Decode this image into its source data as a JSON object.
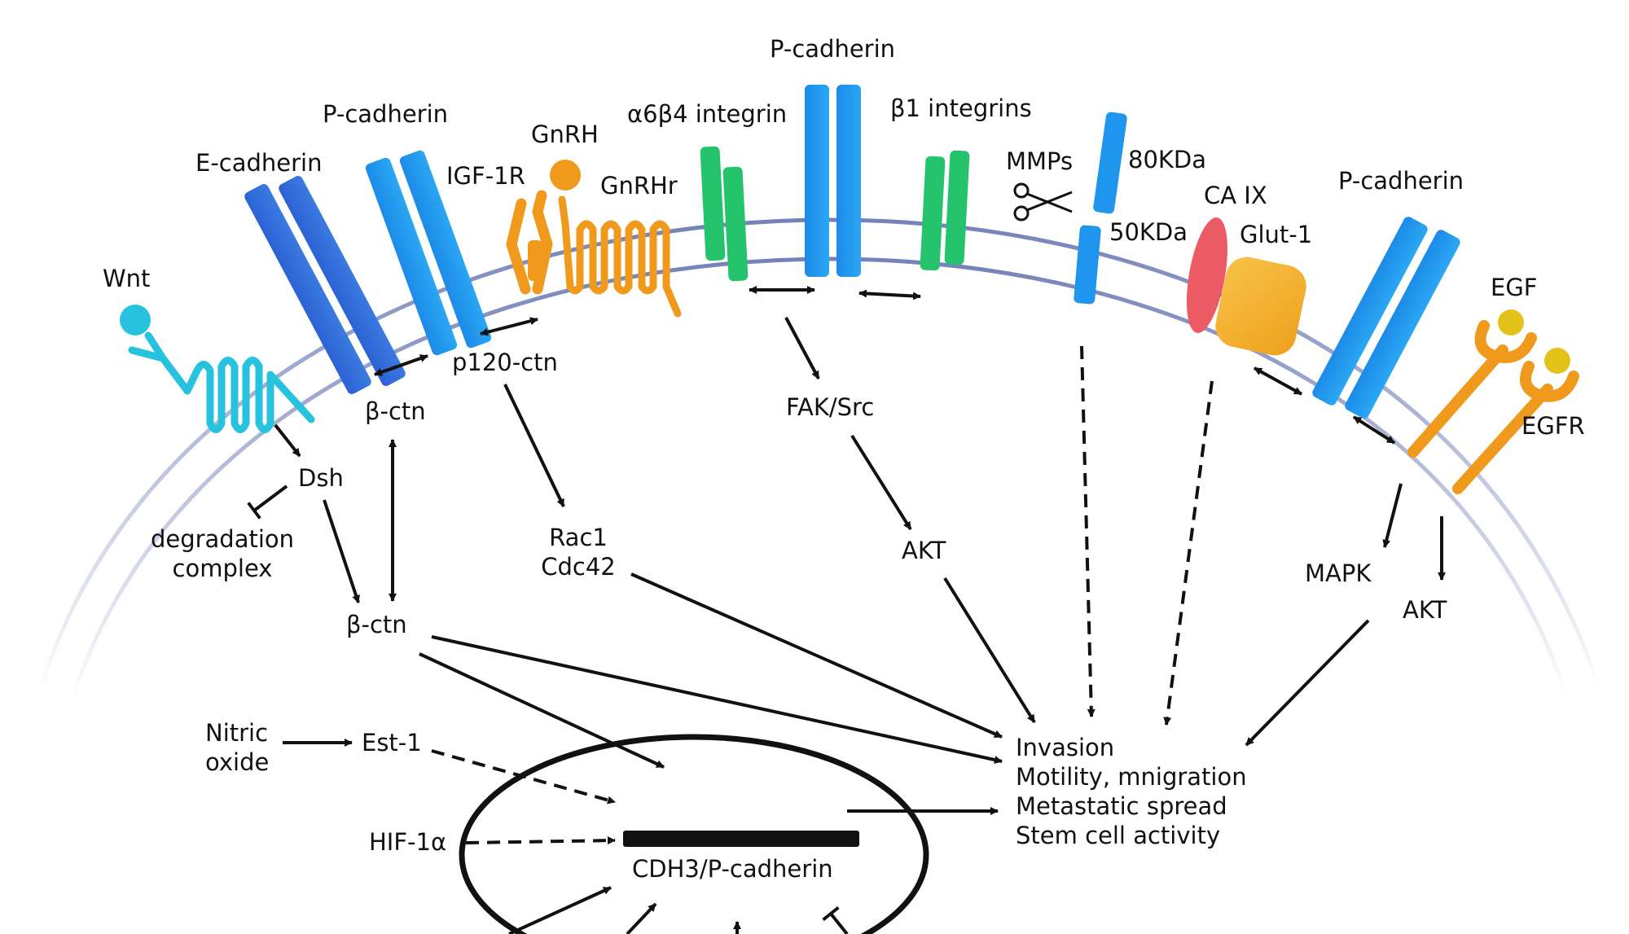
{
  "labels": {
    "wnt": "Wnt",
    "e_cadherin": "E-cadherin",
    "p_cadherin_left": "P-cadherin",
    "igf1r": "IGF-1R",
    "gnrh": "GnRH",
    "gnrhr": "GnRHr",
    "a6b4_integrin": "α6β4 integrin",
    "p_cadherin_top": "P-cadherin",
    "b1_integrins": "β1 integrins",
    "mmps": "MMPs",
    "kda80": "80KDa",
    "kda50": "50KDa",
    "ca_ix": "CA IX",
    "glut1": "Glut-1",
    "p_cadherin_right": "P-cadherin",
    "egf": "EGF",
    "egfr": "EGFR",
    "dsh": "Dsh",
    "beta_ctn_membrane": "β-ctn",
    "p120_ctn": "p120-ctn",
    "degradation_1": "degradation",
    "degradation_2": "complex",
    "beta_ctn_cytoplasm": "β-ctn",
    "rac1": "Rac1",
    "cdc42": "Cdc42",
    "fak_src": "FAK/Src",
    "akt_center": "AKT",
    "mapk": "MAPK",
    "akt_right": "AKT",
    "nitric_1": "Nitric",
    "nitric_2": "oxide",
    "est1": "Est-1",
    "hif1a": "HIF-1α",
    "gene": "CDH3/P-cadherin",
    "outcome_1": "Invasion",
    "outcome_2": "Motility, mnigration",
    "outcome_3": "Metastatic spread",
    "outcome_4": "Stem cell activity"
  },
  "colors": {
    "membrane": "#7482b8",
    "cadherin_dark": "#2f6ed8",
    "cadherin_light": "#1e96ee",
    "integrin": "#25c36b",
    "igf_gnrh": "#ef9a1c",
    "gnrh_ligand": "#ef9a1c",
    "wnt_receptor": "#27c3de",
    "ca_ix": "#ec5a63",
    "glut1": "#f5b22f",
    "egf_ligand": "#e3c21a"
  }
}
